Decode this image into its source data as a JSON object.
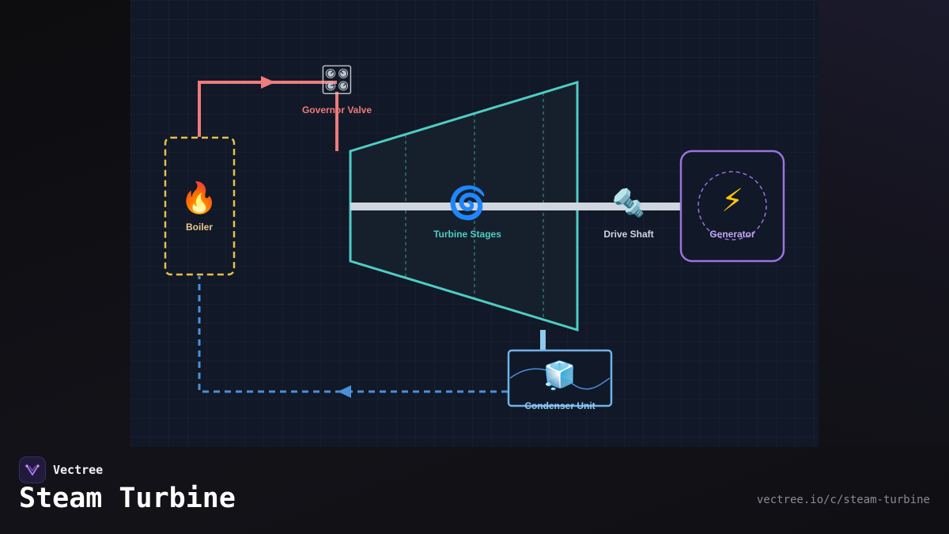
{
  "brand": {
    "name": "Vectree"
  },
  "page": {
    "title": "Steam Turbine",
    "url": "vectree.io/c/steam-turbine"
  },
  "nodes": {
    "boiler": {
      "label": "Boiler",
      "icon": "fire-icon",
      "color": "#e6c14a"
    },
    "governor_valve": {
      "label": "Governor Valve",
      "icon": "control-knobs-icon",
      "color": "#f07b7b"
    },
    "turbine_stages": {
      "label": "Turbine Stages",
      "icon": "cyclone-icon",
      "color": "#4ecdc4"
    },
    "drive_shaft": {
      "label": "Drive Shaft",
      "icon": "nut-and-bolt-icon",
      "color": "#d0d6e0"
    },
    "generator": {
      "label": "Generator",
      "icon": "lightning-icon",
      "color": "#9b72e0"
    },
    "condenser_unit": {
      "label": "Condenser Unit",
      "icon": "ice-cube-icon",
      "color": "#6fb3e8"
    }
  },
  "colors": {
    "steam_line": "#f07b7b",
    "return_line": "#4a90d9",
    "background": "#111827"
  }
}
